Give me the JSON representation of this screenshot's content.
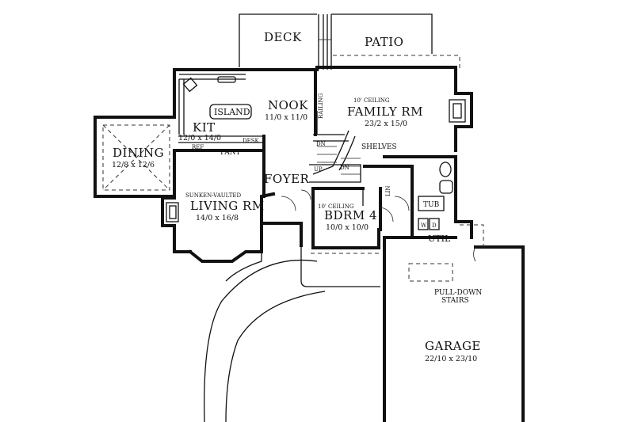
{
  "rooms": {
    "deck": {
      "name": "DECK"
    },
    "patio": {
      "name": "PATIO"
    },
    "nook": {
      "name": "NOOK",
      "dims": "11/0 x 11/0"
    },
    "family": {
      "note": "10' CEILING",
      "name": "FAMILY RM",
      "dims": "23/2 x 15/0"
    },
    "kitchen": {
      "name": "KIT",
      "dims": "12/0 x 14/0"
    },
    "dining": {
      "name": "DINING",
      "dims": "12/8 x 12/6"
    },
    "living": {
      "note": "SUNKEN-VAULTED",
      "name": "LIVING RM",
      "dims": "14/0 x 16/8"
    },
    "foyer": {
      "name": "FOYER"
    },
    "bedroom4": {
      "note": "10' CEILING",
      "name": "BDRM 4",
      "dims": "10/0 x 10/0"
    },
    "util": {
      "name": "UTIL"
    },
    "garage": {
      "name": "GARAGE",
      "dims": "22/10 x 23/10"
    }
  },
  "fixtures": {
    "island": "ISLAND",
    "refrigerator": "REF",
    "pantry": "PANT",
    "desk": "DESK",
    "railing": "RAILING",
    "shelves": "SHELVES",
    "tub": "TUB",
    "washer": "W",
    "dryer": "D",
    "linen": "LIN",
    "stair_up": "UP",
    "stair_down": "DN",
    "stair_down_2": "DN",
    "pull_down_1": "PULL-DOWN",
    "pull_down_2": "STAIRS"
  }
}
